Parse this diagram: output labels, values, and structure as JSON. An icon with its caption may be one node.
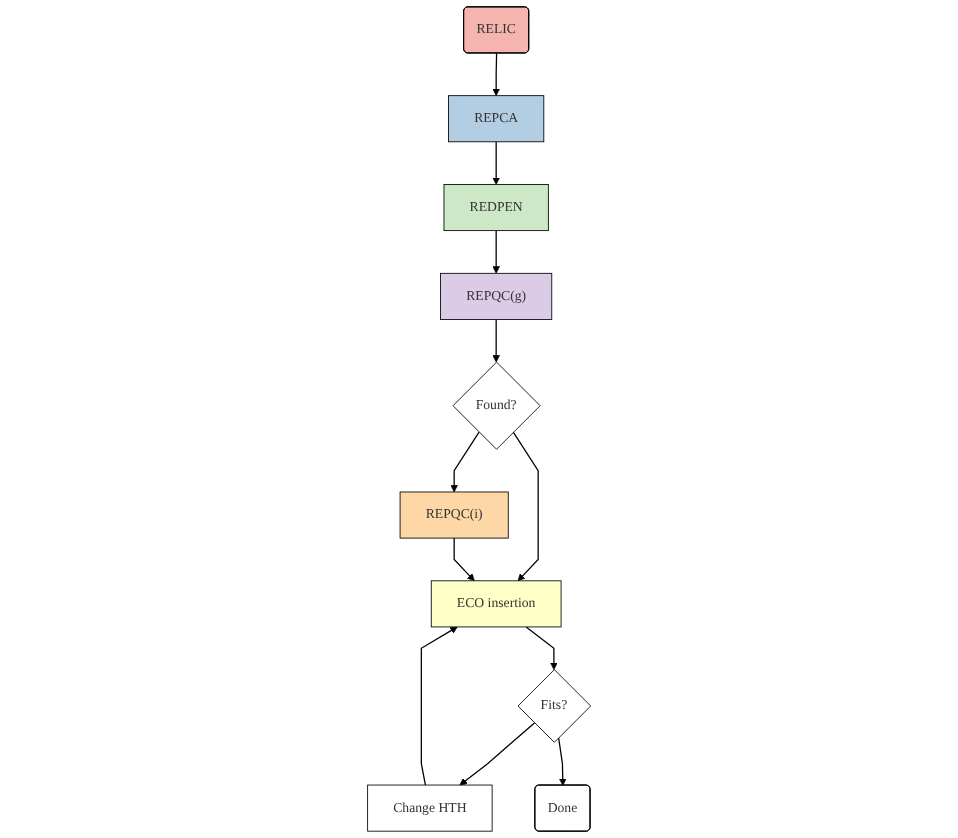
{
  "diagram": {
    "nodes": [
      {
        "text": [
          "RELIC"
        ]
      },
      {
        "text": [
          "REPCA"
        ]
      },
      {
        "text": [
          "REDPEN"
        ]
      },
      {
        "text": [
          "REPQC(g)"
        ]
      },
      {
        "text": [
          "Found?"
        ]
      },
      {
        "text": [
          "REPQC(i)"
        ]
      },
      {
        "text": [
          "ECO insertion"
        ]
      },
      {
        "text": [
          "Fits?"
        ]
      },
      {
        "text": [
          "Change HTH"
        ]
      },
      {
        "text": [
          "Done"
        ]
      }
    ],
    "edges": [
      {
        "from": 0,
        "to": 1,
        "arrow": "to"
      },
      {
        "from": 1,
        "to": 2,
        "arrow": "to"
      },
      {
        "from": 2,
        "to": 3,
        "arrow": "to"
      },
      {
        "from": 3,
        "to": 4,
        "arrow": "to"
      },
      {
        "from": 4,
        "to": 5,
        "arrow": "to"
      },
      {
        "from": 4,
        "to": 6,
        "arrow": "to"
      },
      {
        "from": 5,
        "to": 6,
        "arrow": "to"
      },
      {
        "from": 6,
        "to": 7,
        "arrow": "to"
      },
      {
        "from": 7,
        "to": 8,
        "arrow": "to"
      },
      {
        "from": 7,
        "to": 9,
        "arrow": "to"
      },
      {
        "from": 8,
        "to": 6,
        "arrow": "to"
      }
    ]
  }
}
